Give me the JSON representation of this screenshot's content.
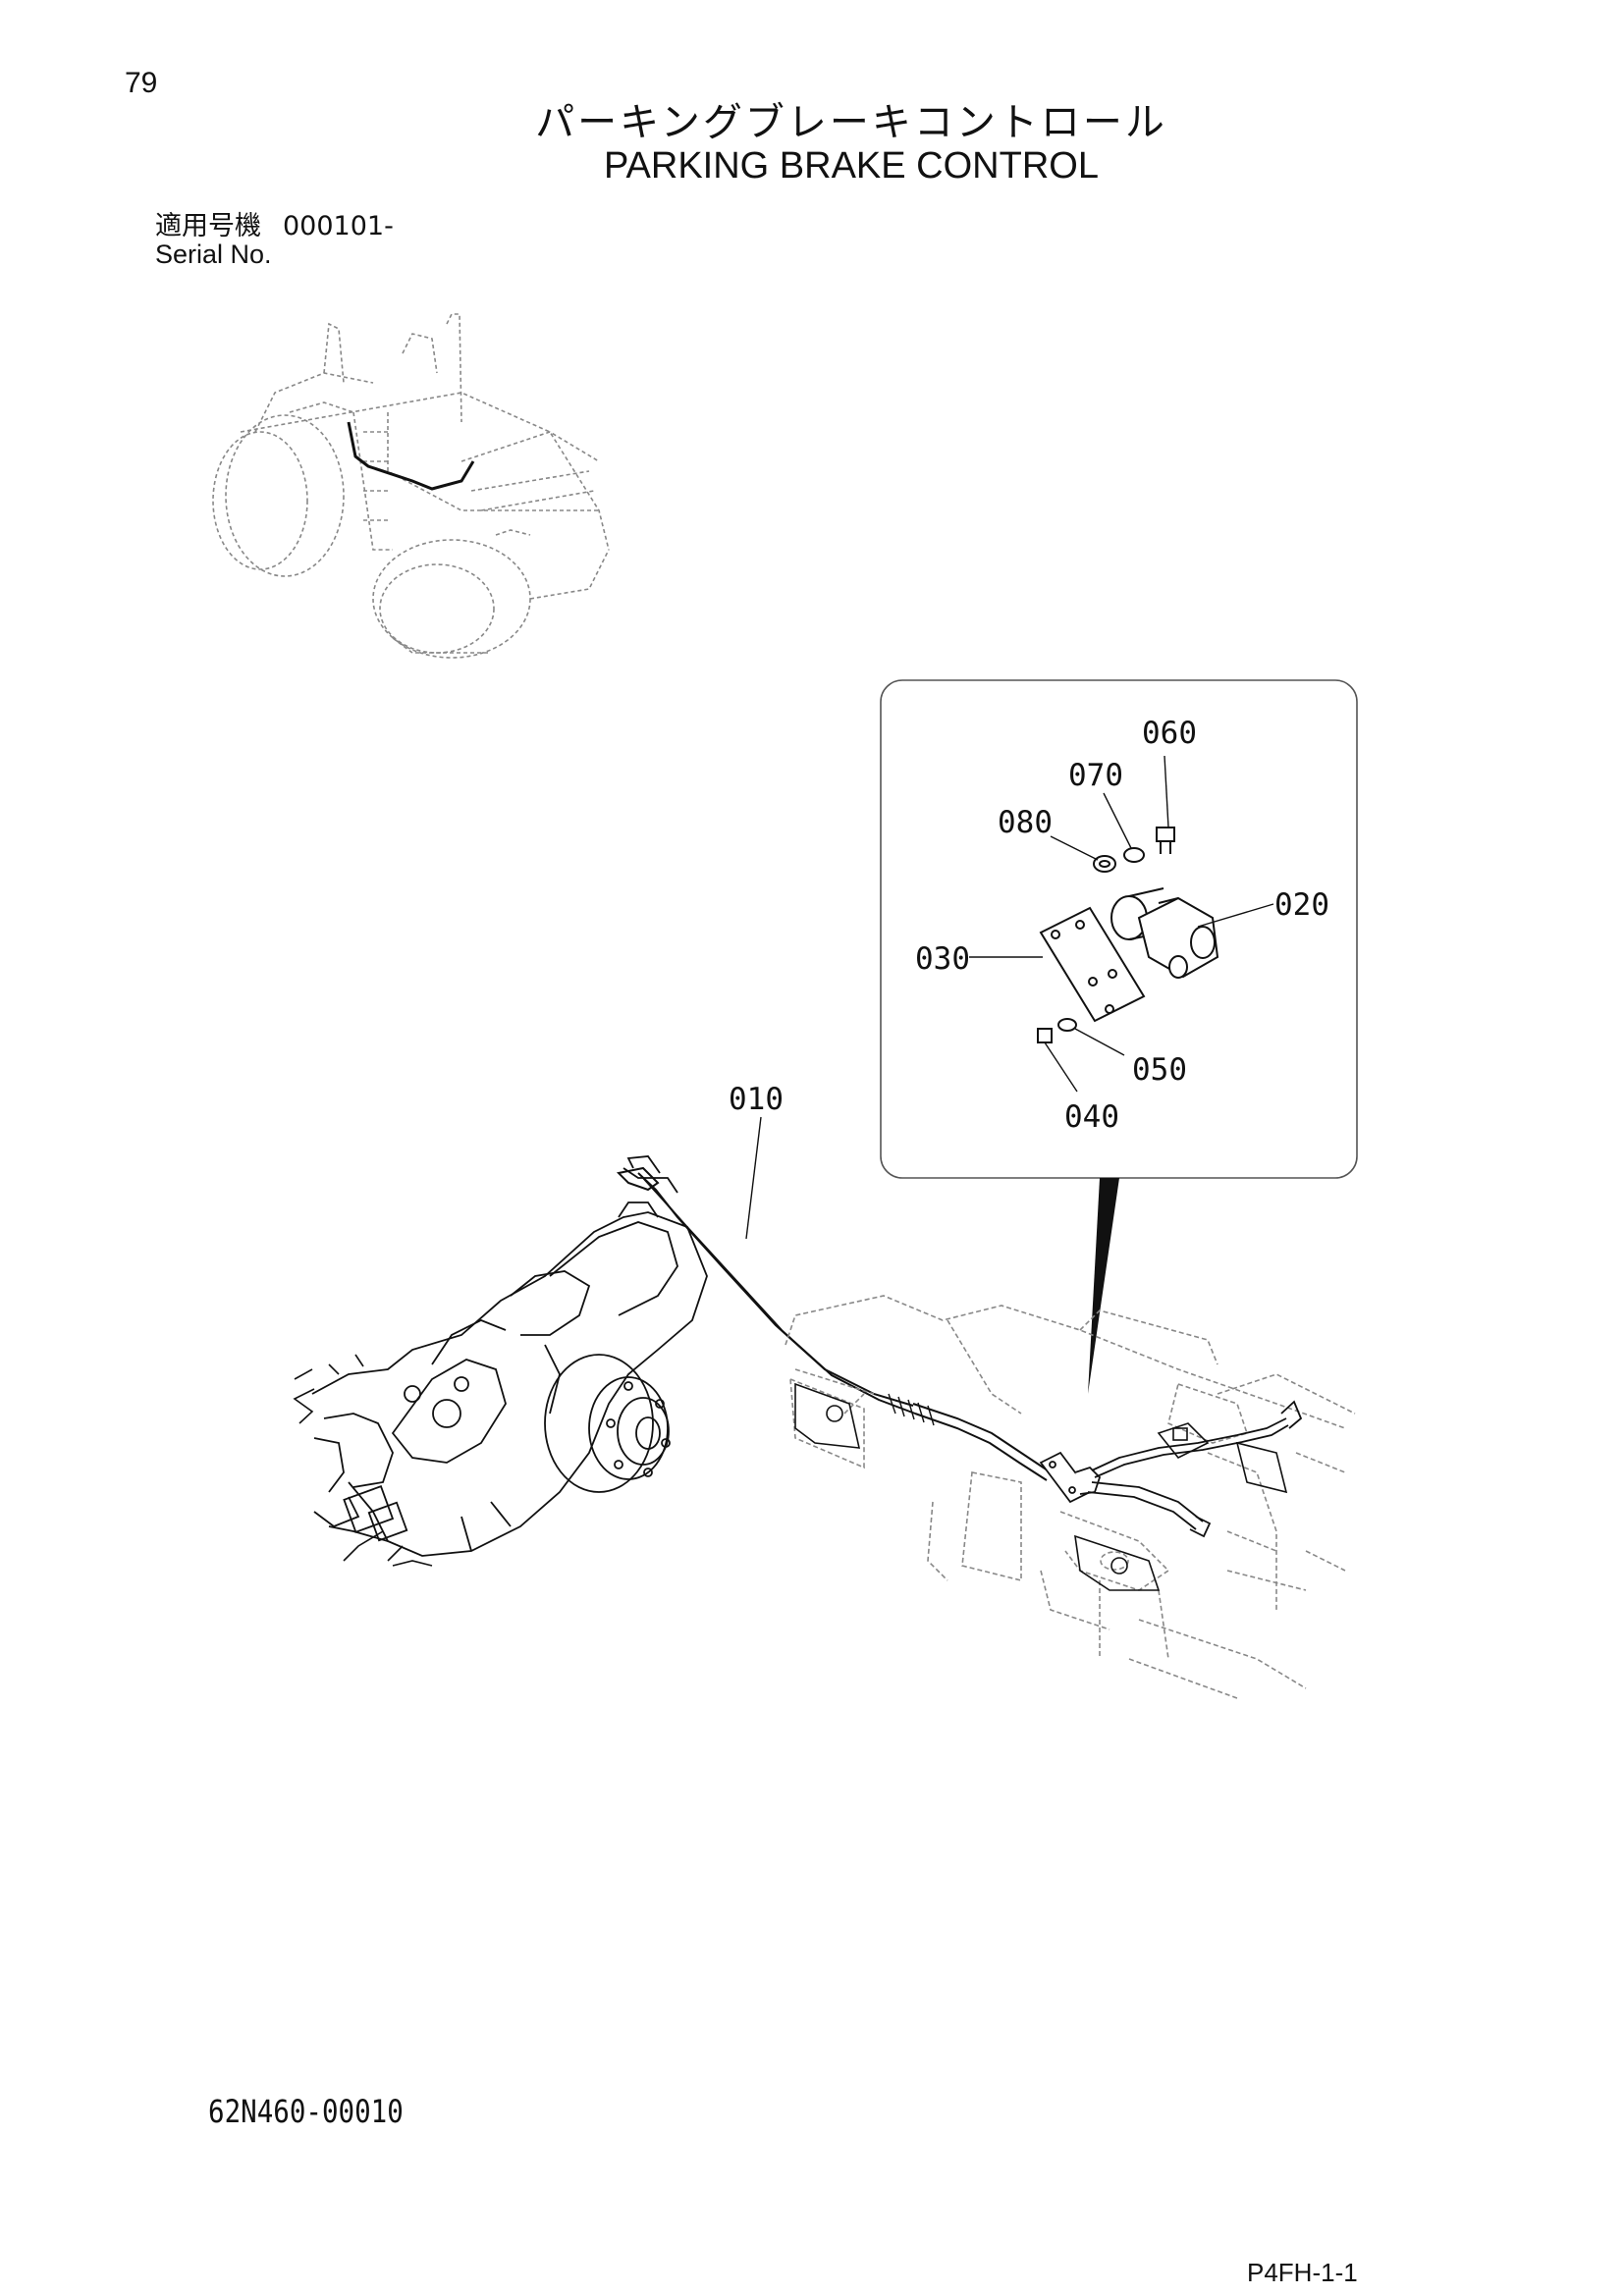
{
  "header": {
    "page_number": "79",
    "title_jp": "パーキングブレーキコントロール",
    "title_en": "PARKING BRAKE CONTROL",
    "serial_label_jp": "適用号機",
    "serial_value": "000101-",
    "serial_label_en": "Serial No."
  },
  "callouts": {
    "c010": "010",
    "c020": "020",
    "c030": "030",
    "c040": "040",
    "c050": "050",
    "c060": "060",
    "c070": "070",
    "c080": "080"
  },
  "footer": {
    "drawing_code": "62N460-00010",
    "page_code": "P4FH-1-1"
  }
}
